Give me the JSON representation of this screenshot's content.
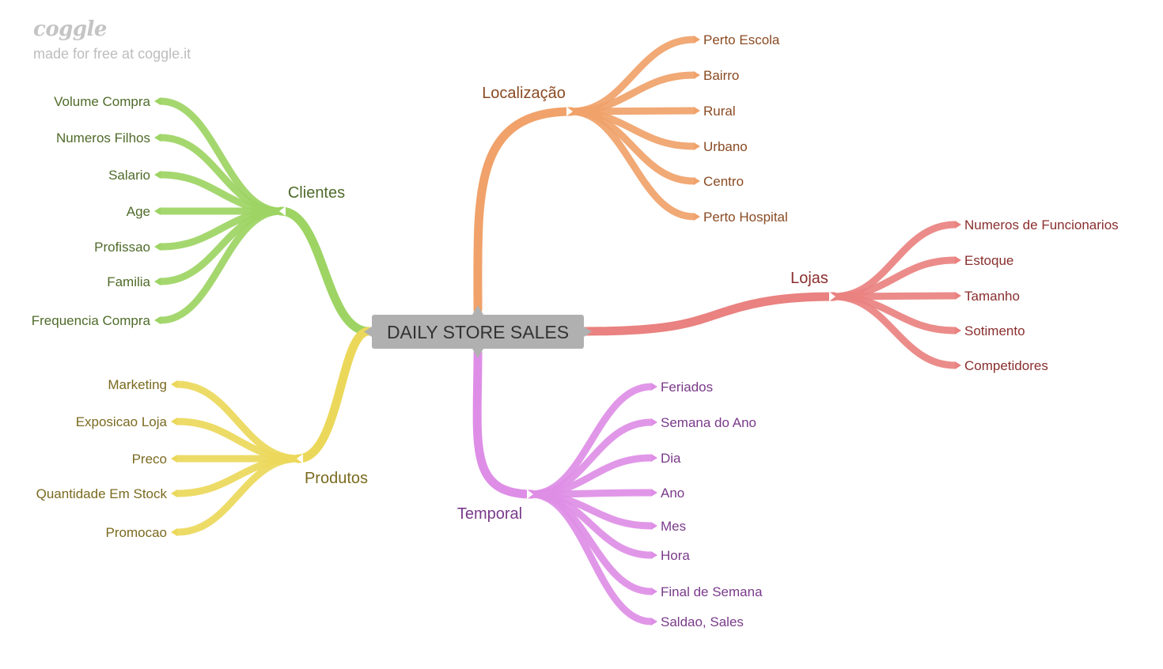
{
  "brand": {
    "logo": "coggle",
    "tagline": "made for free at coggle.it"
  },
  "root": {
    "label": "DAILY STORE SALES",
    "color": "#b0b0b0",
    "text_color": "#333333"
  },
  "branches": [
    {
      "id": "clientes",
      "label": "Clientes",
      "color": "#9dd463",
      "text_color": "#4f6b2a",
      "children": [
        "Volume Compra",
        "Numeros Filhos",
        "Salario",
        "Age",
        "Profissao",
        "Familia",
        "Frequencia Compra"
      ]
    },
    {
      "id": "produtos",
      "label": "Produtos",
      "color": "#ebd85a",
      "text_color": "#7a6a1f",
      "children": [
        "Marketing",
        "Exposicao Loja",
        "Preco",
        "Quantidade Em Stock",
        "Promocao"
      ]
    },
    {
      "id": "localizacao",
      "label": "Localização",
      "color": "#f0a26a",
      "text_color": "#8a4a22",
      "children": [
        "Perto Escola",
        "Bairro",
        "Rural",
        "Urbano",
        "Centro",
        "Perto Hospital"
      ]
    },
    {
      "id": "lojas",
      "label": "Lojas",
      "color": "#e98280",
      "text_color": "#8a2e2e",
      "children": [
        "Numeros de Funcionarios",
        "Estoque",
        "Tamanho",
        "Sotimento",
        "Competidores"
      ]
    },
    {
      "id": "temporal",
      "label": "Temporal",
      "color": "#de8ee6",
      "text_color": "#7a3a8a",
      "children": [
        "Feriados",
        "Semana do Ano",
        "Dia",
        "Ano",
        "Mes",
        "Hora",
        "Final de Semana",
        "Saldao, Sales"
      ]
    }
  ]
}
